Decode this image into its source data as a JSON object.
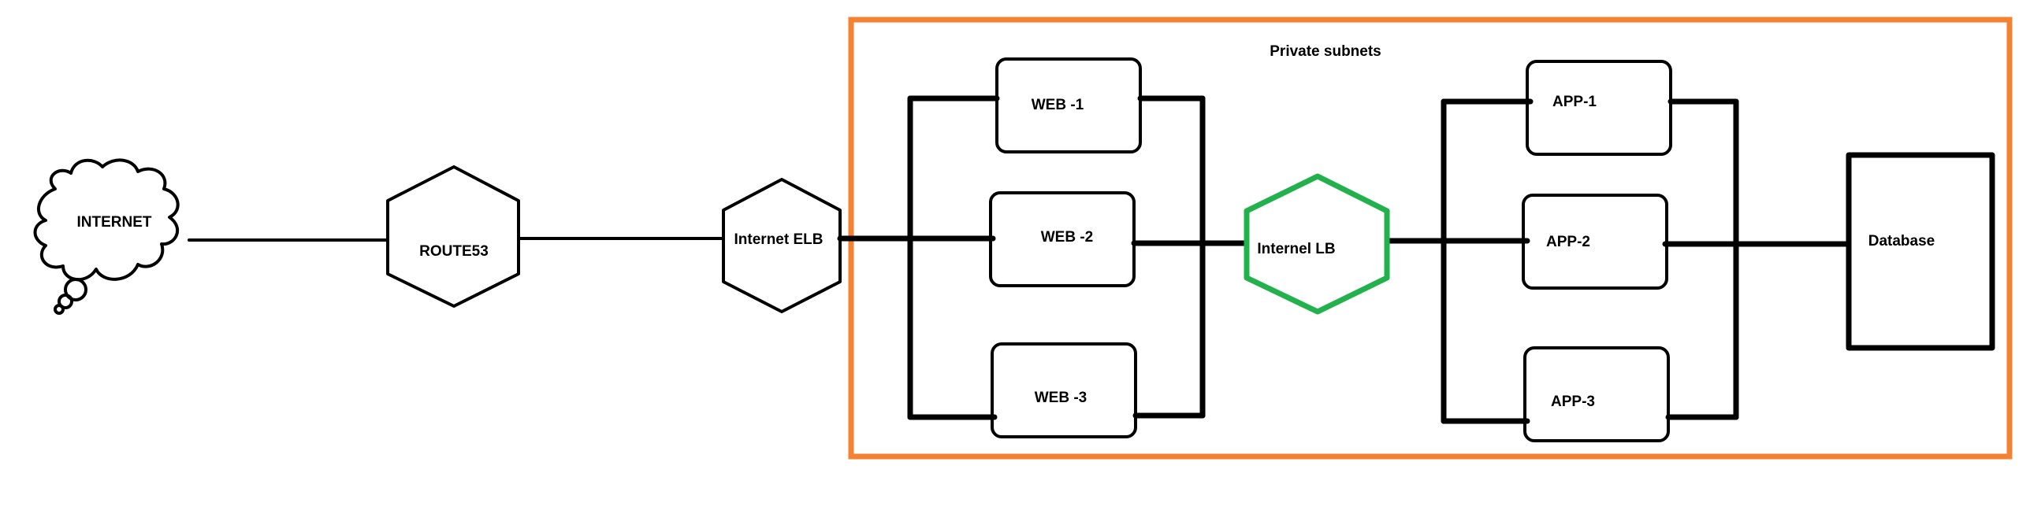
{
  "diagram": {
    "nodes": {
      "internet": "INTERNET",
      "route53": "ROUTE53",
      "internet_elb": "Internet ELB",
      "web1": "WEB -1",
      "web2": "WEB -2",
      "web3": "WEB -3",
      "internal_lb": "Internel LB",
      "app1": "APP-1",
      "app2": "APP-2",
      "app3": "APP-3",
      "database": "Database"
    },
    "private_subnets_label": "Private subnets",
    "colors": {
      "subnet_border": "#F58232",
      "internal_lb_border": "#22B14C",
      "line": "#000000",
      "background": "#FFFFFF"
    }
  }
}
